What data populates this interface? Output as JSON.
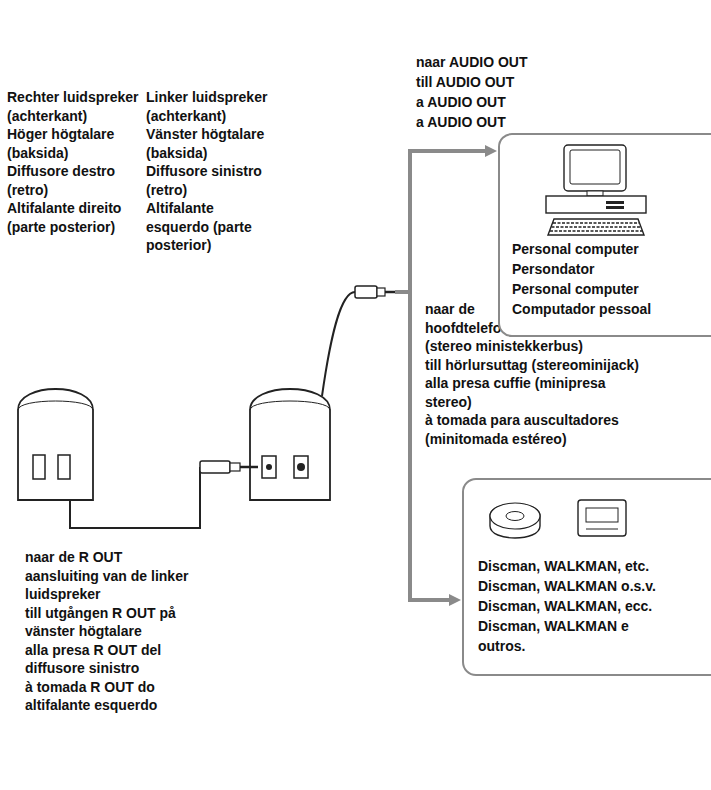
{
  "diagram": {
    "nodes": [
      {
        "text": [
          "Personal computer",
          "Persondator",
          "Personal computer",
          "Computador pessoal"
        ]
      },
      {
        "text": [
          "Discman, WALKMAN, etc.",
          "Discman, WALKMAN o.s.v.",
          "Discman, WALKMAN, ecc.",
          "Discman, WALKMAN e outros."
        ]
      }
    ],
    "labels": [
      "naar AUDIO OUT",
      "till AUDIO OUT",
      "a AUDIO OUT",
      "a AUDIO OUT",
      "Rechter luidspreker (achterkant)",
      "Höger högtalare (baksida)",
      "Diffusore destro (retro)",
      "Altifalante direito (parte posterior)",
      "Linker luidspreker (achterkant)",
      "Vänster högtalare (baksida)",
      "Diffusore sinistro (retro)",
      "Altifalante esquerdo (parte posterior)",
      "naar de hoofdtelefoonaansluiting (stereo ministekkerbus)",
      "till hörlursuttag (stereominijack)",
      "alla presa cuffie (minipresa stereo)",
      "à tomada para auscultadores (minitomada estéreo)",
      "naar de R OUT aansluiting van de linker luidspreker",
      "till utgången R OUT på vänster högtalare",
      "alla presa R OUT del diffusore sinistro",
      "à tomada R OUT do altifalante esquerdo"
    ]
  }
}
